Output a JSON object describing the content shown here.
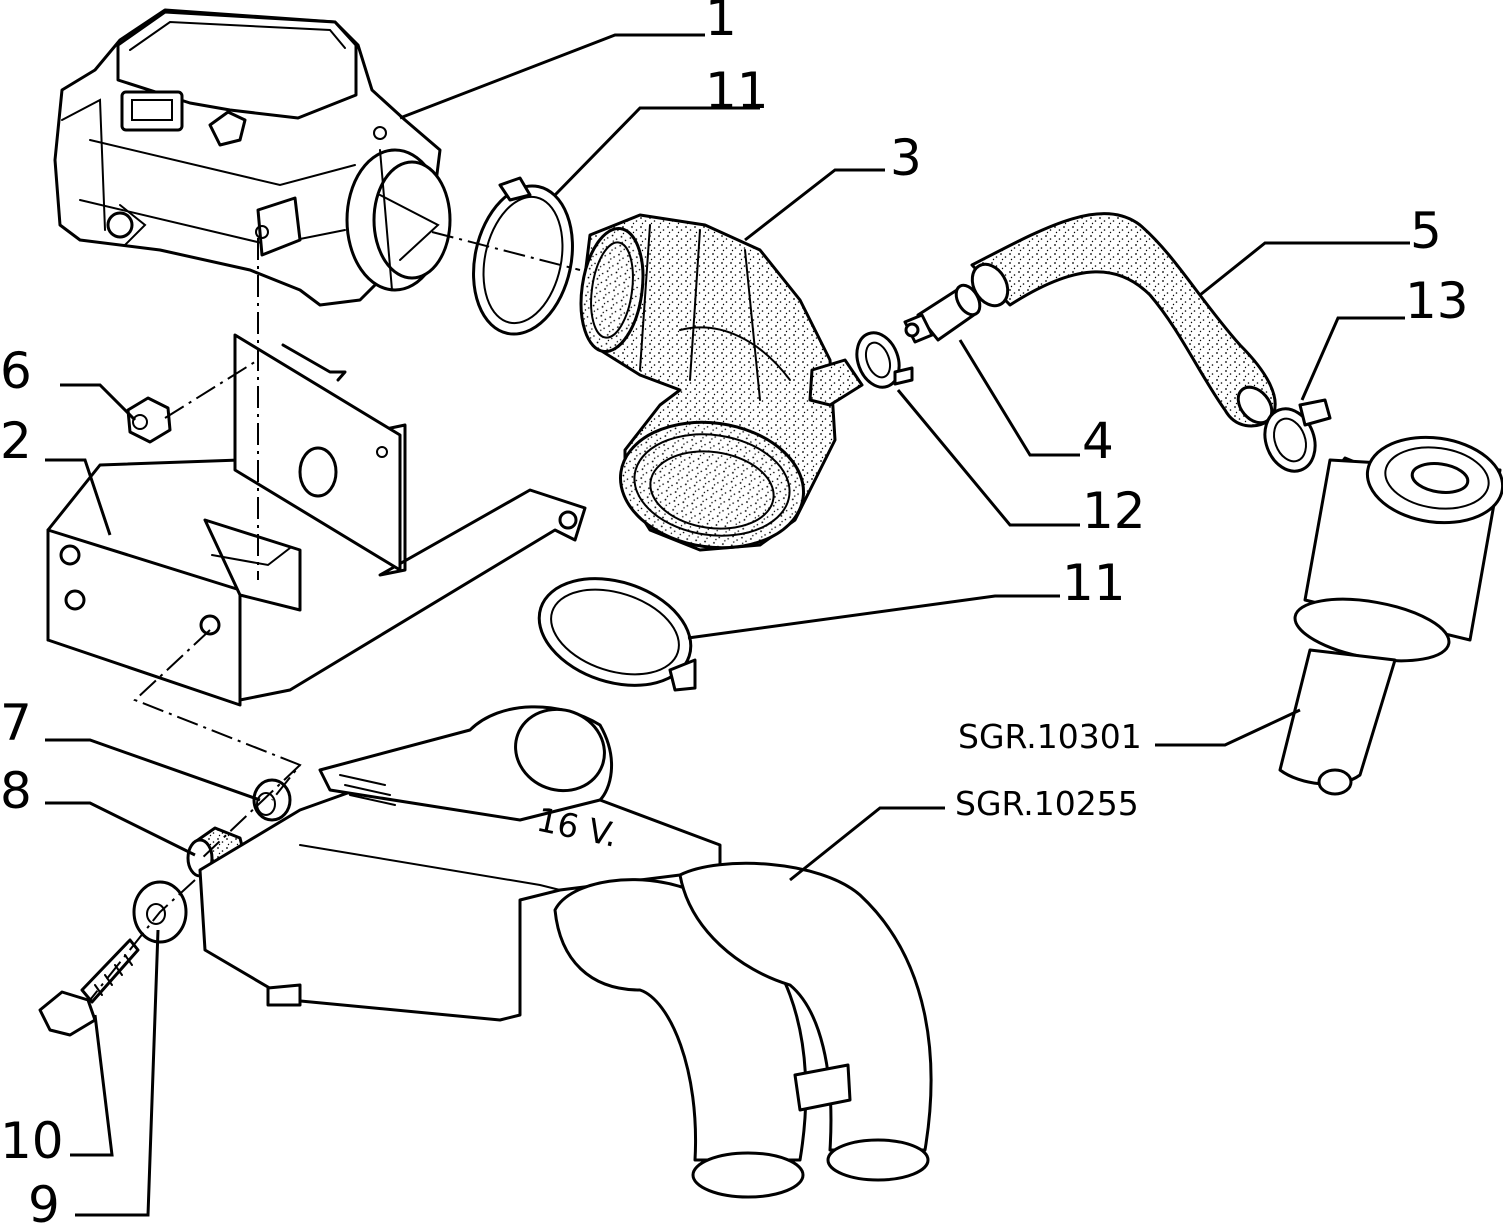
{
  "diagram": {
    "callouts": [
      "1",
      "11",
      "3",
      "5",
      "13",
      "6",
      "2",
      "4",
      "12",
      "11",
      "7",
      "8",
      "10",
      "9"
    ],
    "references": [
      "SGR.10301",
      "SGR.10255"
    ],
    "box_marking": "16 V.",
    "colors": {
      "line": "#000000",
      "background": "#ffffff"
    }
  }
}
